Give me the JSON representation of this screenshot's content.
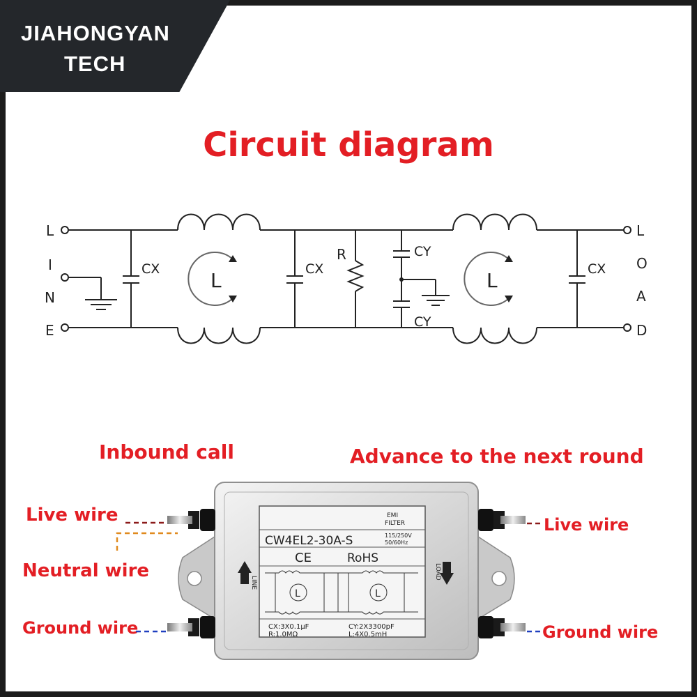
{
  "brand": {
    "line1": "JIAHONGYAN",
    "line2": "TECH"
  },
  "title": "Circuit diagram",
  "circuit": {
    "left_terminals": [
      "L",
      "I",
      "N",
      "E"
    ],
    "right_terminals": [
      "L",
      "O",
      "A",
      "D"
    ],
    "cx_label": "CX",
    "cy_label": "CY",
    "r_label": "R",
    "inductor_label": "L"
  },
  "labels": {
    "inbound": "Inbound call",
    "advance": "Advance to the next round",
    "live_left": "Live wire",
    "neutral_left": "Neutral wire",
    "ground_left": "Ground wire",
    "live_right": "Live wire",
    "ground_right": "Ground wire"
  },
  "product": {
    "emi": "EMI",
    "filter": "FILTER",
    "model": "CW4EL2-30A-S",
    "voltage": "115/250V",
    "freq": "50/60Hz",
    "ce": "CE",
    "rohs": "RoHS",
    "line": "LINE",
    "load": "LOAD",
    "spec_cx": "CX:3X0.1μF",
    "spec_r": "R:1.0MΩ",
    "spec_cy": "CY:2X3300pF",
    "spec_l": "L:4X0.5mH"
  },
  "colors": {
    "accent": "#e31e24",
    "brand_bg": "#24272b",
    "live_wire": "#8b1a1a",
    "neutral_wire": "#e08a1e",
    "ground_wire": "#1f3fbf"
  }
}
